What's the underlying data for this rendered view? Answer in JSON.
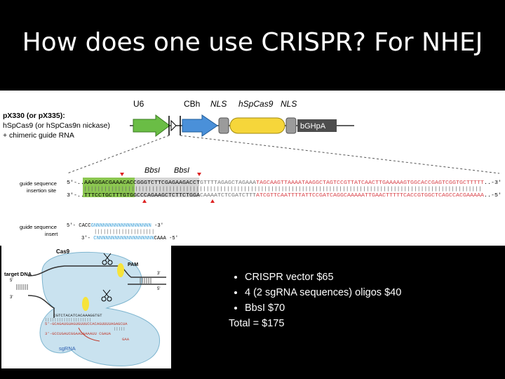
{
  "slide": {
    "title": "How does one use CRISPR? For NHEJ"
  },
  "plasmid": {
    "name": "pX330 (or pX335):",
    "line2": "hSpCas9 (or hSpCas9n nickase)",
    "line3": "+ chimeric guide RNA",
    "labels": {
      "u6": "U6",
      "cbh": "CBh",
      "nls1": "NLS",
      "cas9": "hSpCas9",
      "nls2": "NLS",
      "bghpa": "bGHpA",
      "bbsi1": "BbsI",
      "bbsi2": "BbsI"
    }
  },
  "insertion_site": {
    "label1": "guide sequence",
    "label2": "insertion site",
    "top_prefix": "5'-..",
    "top_green": "AAAGGACGAAACACC",
    "top_gray": "GGGTCTTCGAGAAGACCT",
    "top_light": "GTTTTAGAGCTAGAAA",
    "top_red": "TAGCAAGTTAAAATAAGGCTAGTCCGTTATCAACTTGAAAAAGTGGCACCGAGTCGGTGCTTTTT",
    "top_suffix": "..-3'",
    "bottom_prefix": "3'-..",
    "bottom_green": "TTTCCTGCTTTGTGG",
    "bottom_gray": "CCCAGAAGCTCTTCTGGA",
    "bottom_light": "CAAAATCTCGATCTTT",
    "bottom_red": "ATCGTTCAATTTTATTCCGATCAGGCAAAAATTGAACTTTTTCACCGTGGCTCAGCCACGAAAAA",
    "bottom_suffix": "..-5'"
  },
  "insert": {
    "label1": "guide sequence",
    "label2": "insert",
    "top_prefix": "5'- ",
    "top_black": "CACC",
    "top_blue": "GNNNNNNNNNNNNNNNNNNN",
    "top_suffix": " -3'",
    "bars": "||||||||||||||||||||",
    "bottom_prefix": "3'- ",
    "bottom_blue": "CNNNNNNNNNNNNNNNNNNN",
    "bottom_black": "CAAA",
    "bottom_suffix": " -5'"
  },
  "complex": {
    "cas9": "Cas9",
    "target_dna": "target DNA",
    "pam": "PAM",
    "five_prime_top": "5'",
    "three_prime_right": "3'",
    "three_prime_left": "3'",
    "five_prime_right": "5'",
    "target_seq": "CGTCTACATCACAAAGGTGT",
    "guide_seq": "5'-GCAGAUGUAGUGUUUCCACAGUUUUAGAGCUA",
    "stem_seq": "3'-GCCUGAUCGGAAUAAAAUU CGAUA",
    "gaa_seq": "GAA",
    "sgrna": "sgRNA"
  },
  "costs": {
    "items": [
      "CRISPR vector $65",
      "4 (2 sgRNA sequences) oligos $40",
      "BbsI $70"
    ],
    "total": "Total = $175"
  }
}
